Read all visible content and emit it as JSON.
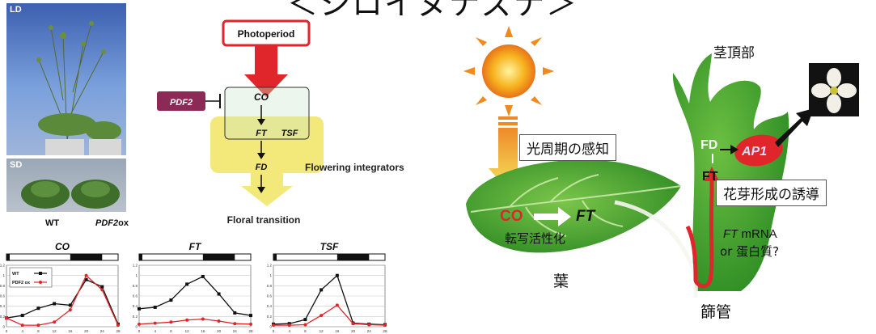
{
  "header_fragment": "＜シロイヌナズナ＞",
  "photos": {
    "ld_label": "LD",
    "sd_label": "SD",
    "wt_label": "WT",
    "pdf_label": "PDF2",
    "pdf_suffix": "ox"
  },
  "pathway": {
    "photoperiod": "Photoperiod",
    "pdf2": "PDF2",
    "co": "CO",
    "ft": "FT",
    "tsf": "TSF",
    "fd": "FD",
    "integrators": "Flowering integrators",
    "transition": "Floral transition"
  },
  "japanese": {
    "perception": "光周期の感知",
    "shoot_apex": "茎頂部",
    "leaf": "葉",
    "phloem": "篩管",
    "flower_induction": "花芽形成の誘導",
    "co": "CO",
    "ft": "FT",
    "activation": "転写活性化",
    "fd": "FD",
    "ap1": "AP1",
    "ft_apex": "FT",
    "mrna_ft": "FT",
    "mrna_rest": " mRNA",
    "or_protein": "or 蛋白質?"
  },
  "colors": {
    "leaf_green": "#3a9a2a",
    "red": "#e0262b",
    "yellow": "#f3e97a",
    "pdf2": "#8b2a56"
  },
  "chart_data": [
    {
      "type": "line",
      "title": "CO",
      "x": [
        0,
        4,
        8,
        12,
        16,
        20,
        24,
        28
      ],
      "x_ticks": [
        "0",
        "4",
        "8",
        "12",
        "16",
        "20",
        "24",
        "28"
      ],
      "y_ticks": [
        "0",
        "0.2",
        "0.4",
        "0.6",
        "0.8",
        "1",
        "1.2"
      ],
      "ylim": [
        0,
        1.2
      ],
      "dark_period": [
        16,
        24
      ],
      "legend": true,
      "series": [
        {
          "name": "WT",
          "color": "#111111",
          "marker": "square",
          "values": [
            0.17,
            0.22,
            0.36,
            0.45,
            0.42,
            0.92,
            0.78,
            0.05
          ]
        },
        {
          "name": "PDF2 ox",
          "color": "#e0262b",
          "marker": "circle",
          "values": [
            0.17,
            0.03,
            0.03,
            0.09,
            0.33,
            1.0,
            0.72,
            0.03
          ]
        }
      ]
    },
    {
      "type": "line",
      "title": "FT",
      "x": [
        0,
        4,
        8,
        12,
        16,
        20,
        24,
        28
      ],
      "x_ticks": [
        "0",
        "4",
        "8",
        "12",
        "16",
        "20",
        "24",
        "28"
      ],
      "y_ticks": [
        "0",
        "0.2",
        "0.4",
        "0.6",
        "0.8",
        "1",
        "1.2"
      ],
      "ylim": [
        0,
        1.2
      ],
      "dark_period": [
        16,
        24
      ],
      "legend": false,
      "series": [
        {
          "color": "#111111",
          "marker": "square",
          "values": [
            0.35,
            0.38,
            0.52,
            0.83,
            0.98,
            0.64,
            0.27,
            0.22
          ]
        },
        {
          "color": "#e0262b",
          "marker": "circle",
          "values": [
            0.05,
            0.07,
            0.09,
            0.13,
            0.15,
            0.11,
            0.06,
            0.05
          ]
        }
      ]
    },
    {
      "type": "line",
      "title": "TSF",
      "x": [
        0,
        4,
        8,
        12,
        16,
        20,
        24,
        28
      ],
      "x_ticks": [
        "0",
        "4",
        "8",
        "12",
        "16",
        "20",
        "24",
        "28"
      ],
      "y_ticks": [
        "0",
        "0.2",
        "0.4",
        "0.6",
        "0.8",
        "1",
        "1.2"
      ],
      "ylim": [
        0,
        1.2
      ],
      "dark_period": [
        16,
        24
      ],
      "legend": false,
      "series": [
        {
          "color": "#111111",
          "marker": "square",
          "values": [
            0.05,
            0.06,
            0.14,
            0.72,
            1.0,
            0.07,
            0.05,
            0.04
          ]
        },
        {
          "color": "#e0262b",
          "marker": "circle",
          "values": [
            0.03,
            0.03,
            0.04,
            0.22,
            0.42,
            0.06,
            0.04,
            0.03
          ]
        }
      ]
    }
  ]
}
